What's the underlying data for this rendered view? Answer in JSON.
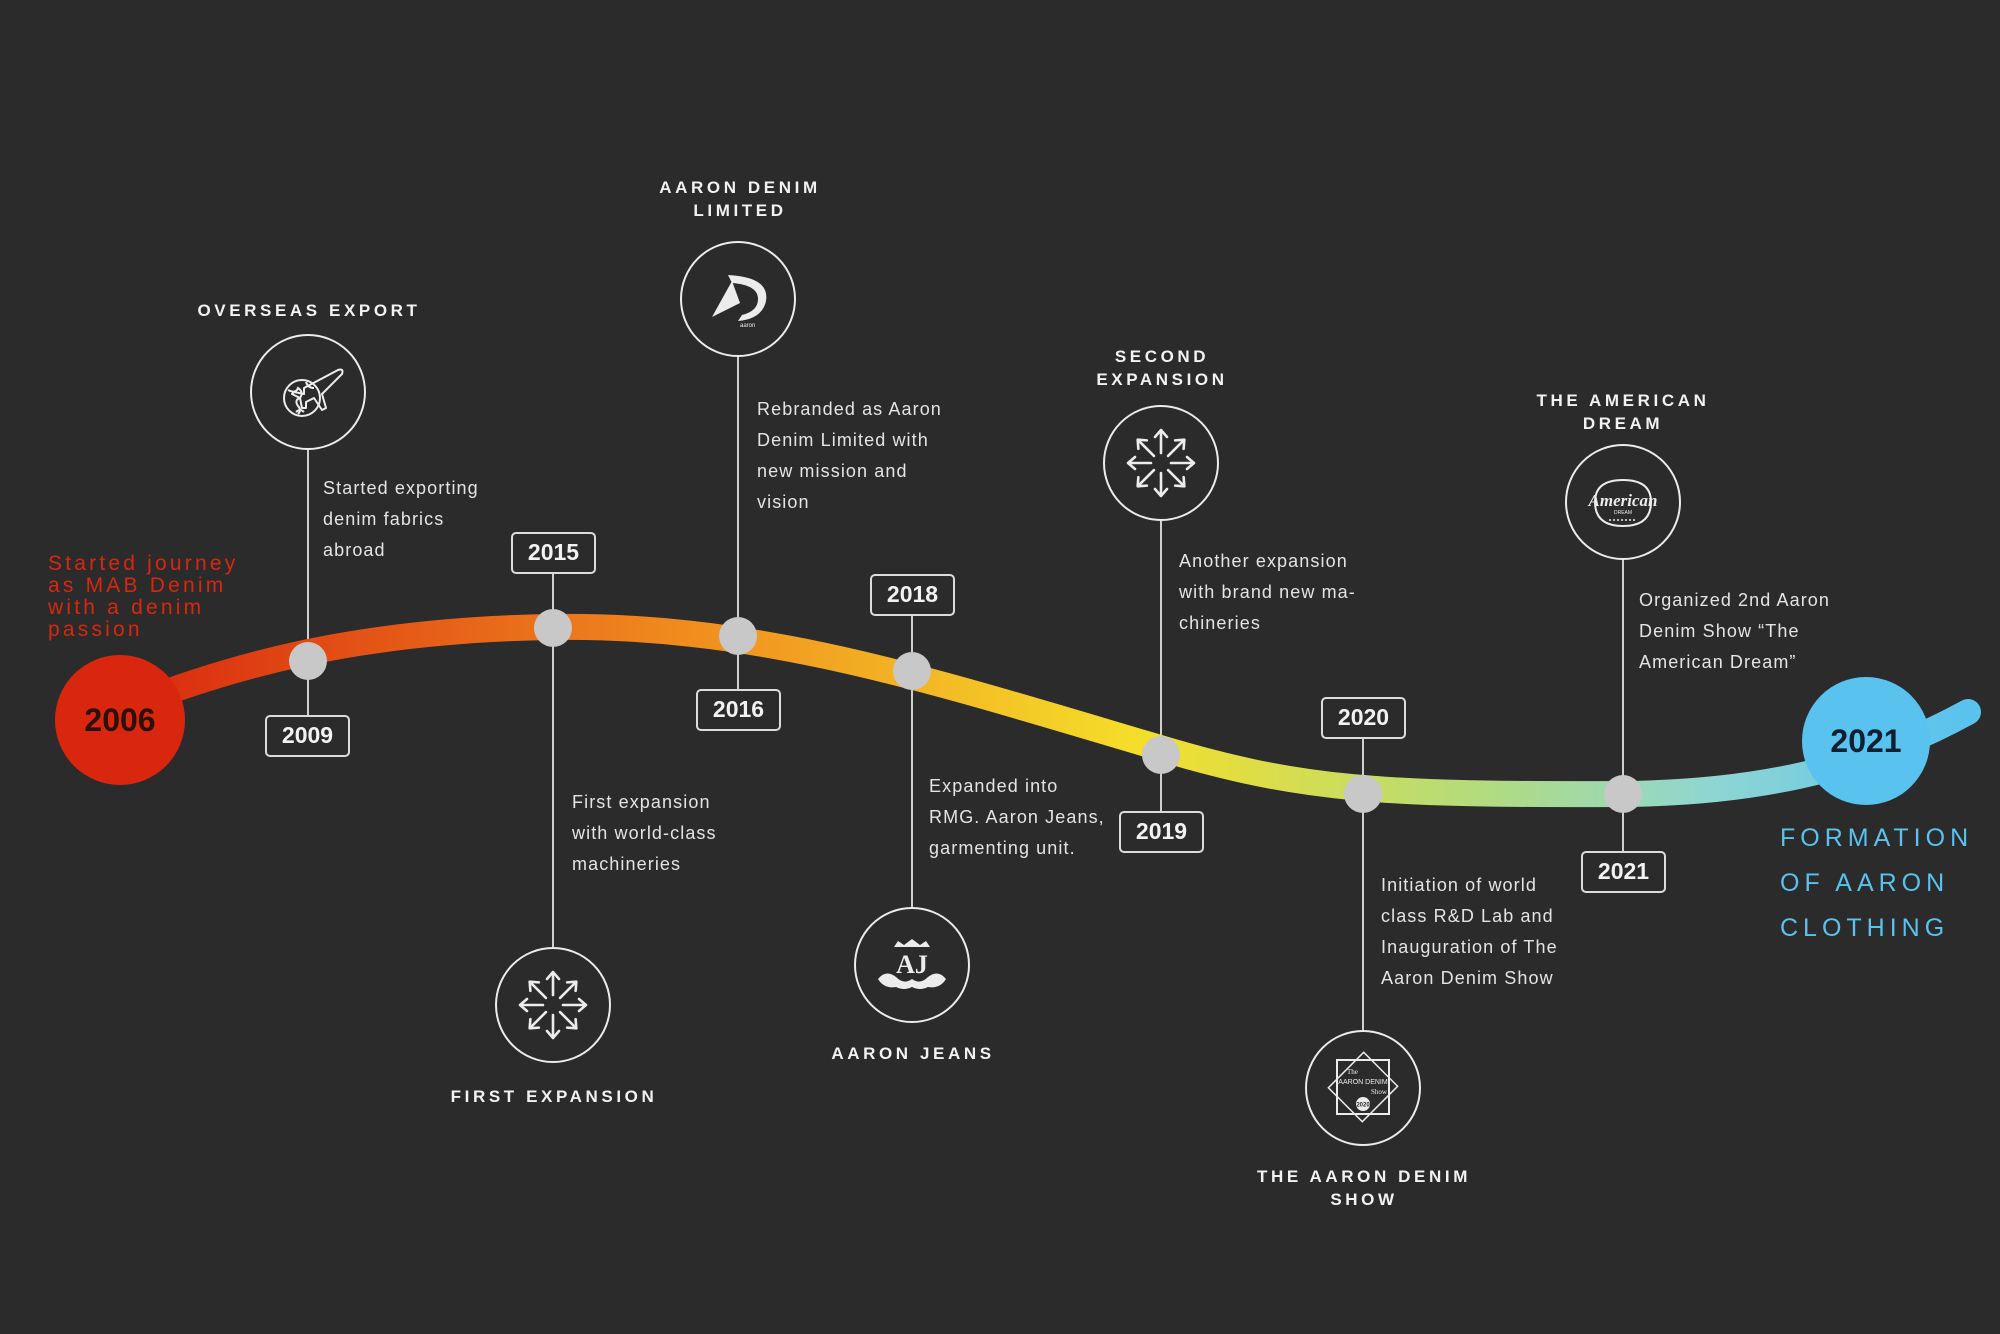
{
  "colors": {
    "background": "#2b2b2b",
    "start": "#d9270f",
    "orange": "#f08a1e",
    "yellow": "#f5de2a",
    "green": "#b4dc7a",
    "teal": "#8fd6d2",
    "end": "#59c2ee",
    "node": "#c8c8c8",
    "line": "#d0d0d0"
  },
  "start": {
    "year": "2006",
    "text": "Started journey\nas MAB Denim\nwith a denim\npassion"
  },
  "end": {
    "year": "2021",
    "text": "FORMATION\nOF AARON\nCLOTHING"
  },
  "milestones": [
    {
      "year": "2009",
      "heading": "OVERSEAS EXPORT",
      "desc": "Started exporting\ndenim fabrics\nabroad",
      "icon": "globe-plane-icon"
    },
    {
      "year": "2015",
      "heading": "FIRST EXPANSION",
      "desc": "First expansion\nwith world-class\nmachineries",
      "icon": "expand-arrows-icon"
    },
    {
      "year": "2016",
      "heading": "AARON DENIM\nLIMITED",
      "desc": "Rebranded as Aaron\nDenim Limited with\nnew mission and\nvision",
      "icon": "aaron-logo-icon",
      "logo_text": "aaron"
    },
    {
      "year": "2018",
      "heading": "AARON JEANS",
      "desc": "Expanded into\nRMG. Aaron Jeans,\ngarmenting unit.",
      "icon": "aaron-jeans-logo-icon",
      "logo_text": "AJ"
    },
    {
      "year": "2019",
      "heading": "SECOND\nEXPANSION",
      "desc": "Another expansion\nwith brand new ma-\nchineries",
      "icon": "expand-arrows-icon"
    },
    {
      "year": "2020",
      "heading": "THE AARON DENIM\nSHOW",
      "desc": "Initiation of world\nclass R&D Lab and\nInauguration of The\nAaron Denim Show",
      "icon": "denim-show-logo-icon",
      "logo_text": [
        "The",
        "AARON DENIM",
        "Show",
        "2020"
      ]
    },
    {
      "year": "2021",
      "heading": "THE AMERICAN\nDREAM",
      "desc": "Organized 2nd Aaron\nDenim Show “The\nAmerican Dream”",
      "icon": "american-dream-logo-icon",
      "logo_text": [
        "American",
        "DREAM"
      ]
    }
  ]
}
